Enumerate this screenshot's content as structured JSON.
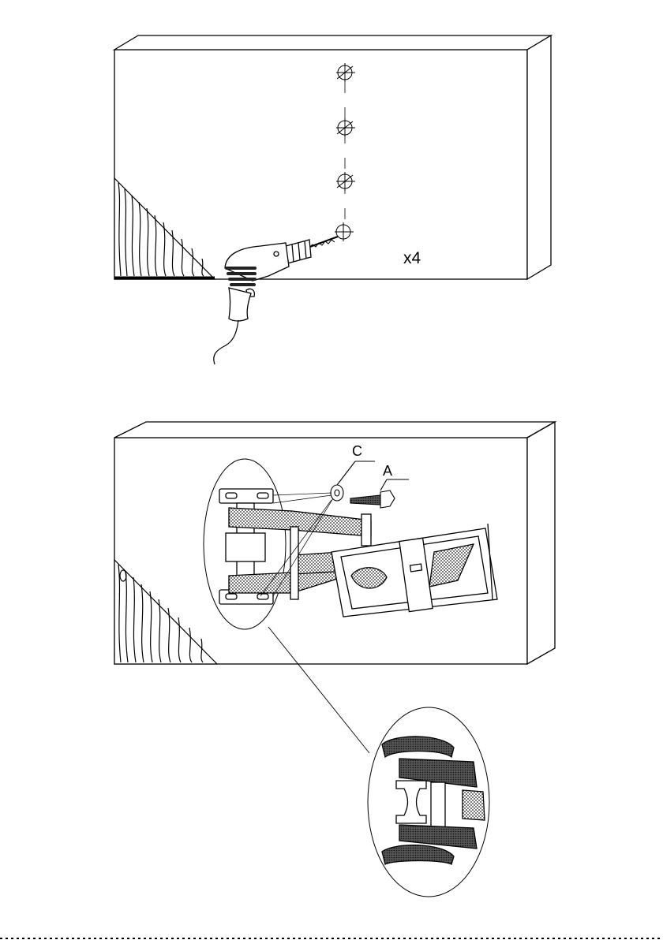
{
  "step1": {
    "quantity_label": "x4",
    "hole_count": 4,
    "icons": [
      "wall-panel",
      "crosshair-mark",
      "power-drill",
      "wood-grain"
    ]
  },
  "step2": {
    "part_label_c": "C",
    "part_label_a": "A",
    "icons": [
      "wall-panel",
      "wall-plate",
      "swing-arm",
      "tv-bracket",
      "washer",
      "lag-bolt",
      "magnifier-callout",
      "wood-grain"
    ]
  }
}
